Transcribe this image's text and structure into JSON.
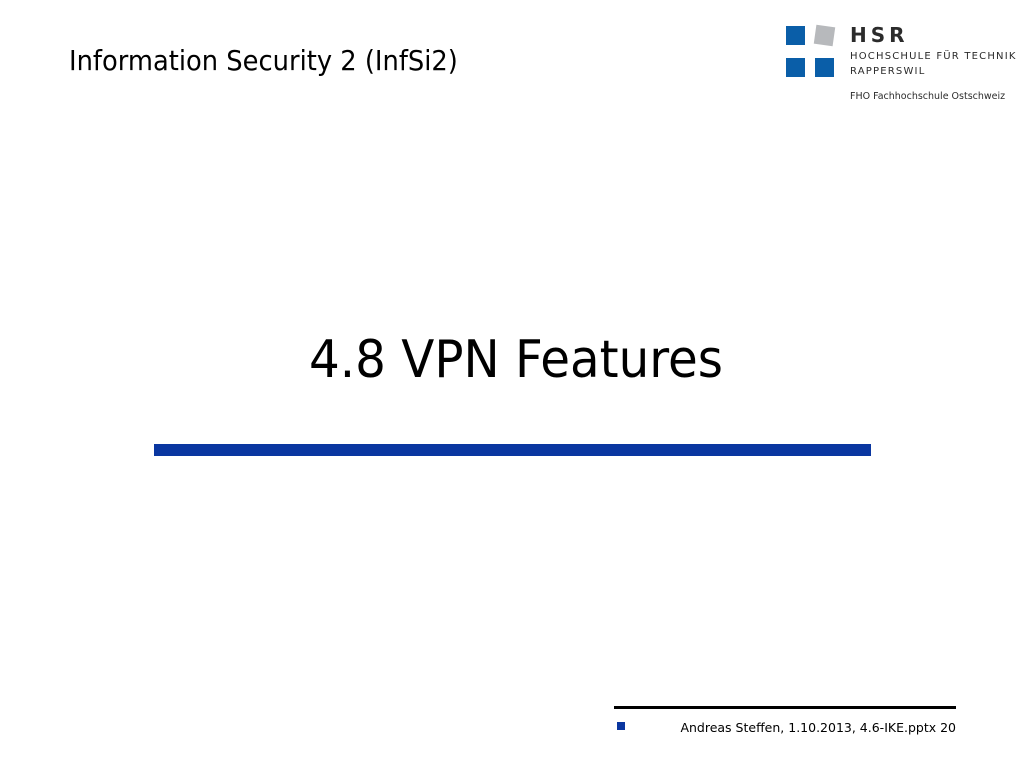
{
  "header": {
    "course_title": "Information Security 2 (InfSi2)"
  },
  "logo": {
    "name": "HSR",
    "line1": "HOCHSCHULE FÜR TECHNIK",
    "line2": "RAPPERSWIL",
    "subline": "FHO Fachhochschule Ostschweiz",
    "colors": {
      "blue": "#0a5ea8",
      "grey": "#b7b9bc"
    }
  },
  "slide": {
    "title": "4.8 VPN Features",
    "rule_color": "#0a36a0"
  },
  "footer": {
    "text": "Andreas Steffen, 1.10.2013, 4.6-IKE.pptx 20",
    "bullet_color": "#0a36a0"
  }
}
